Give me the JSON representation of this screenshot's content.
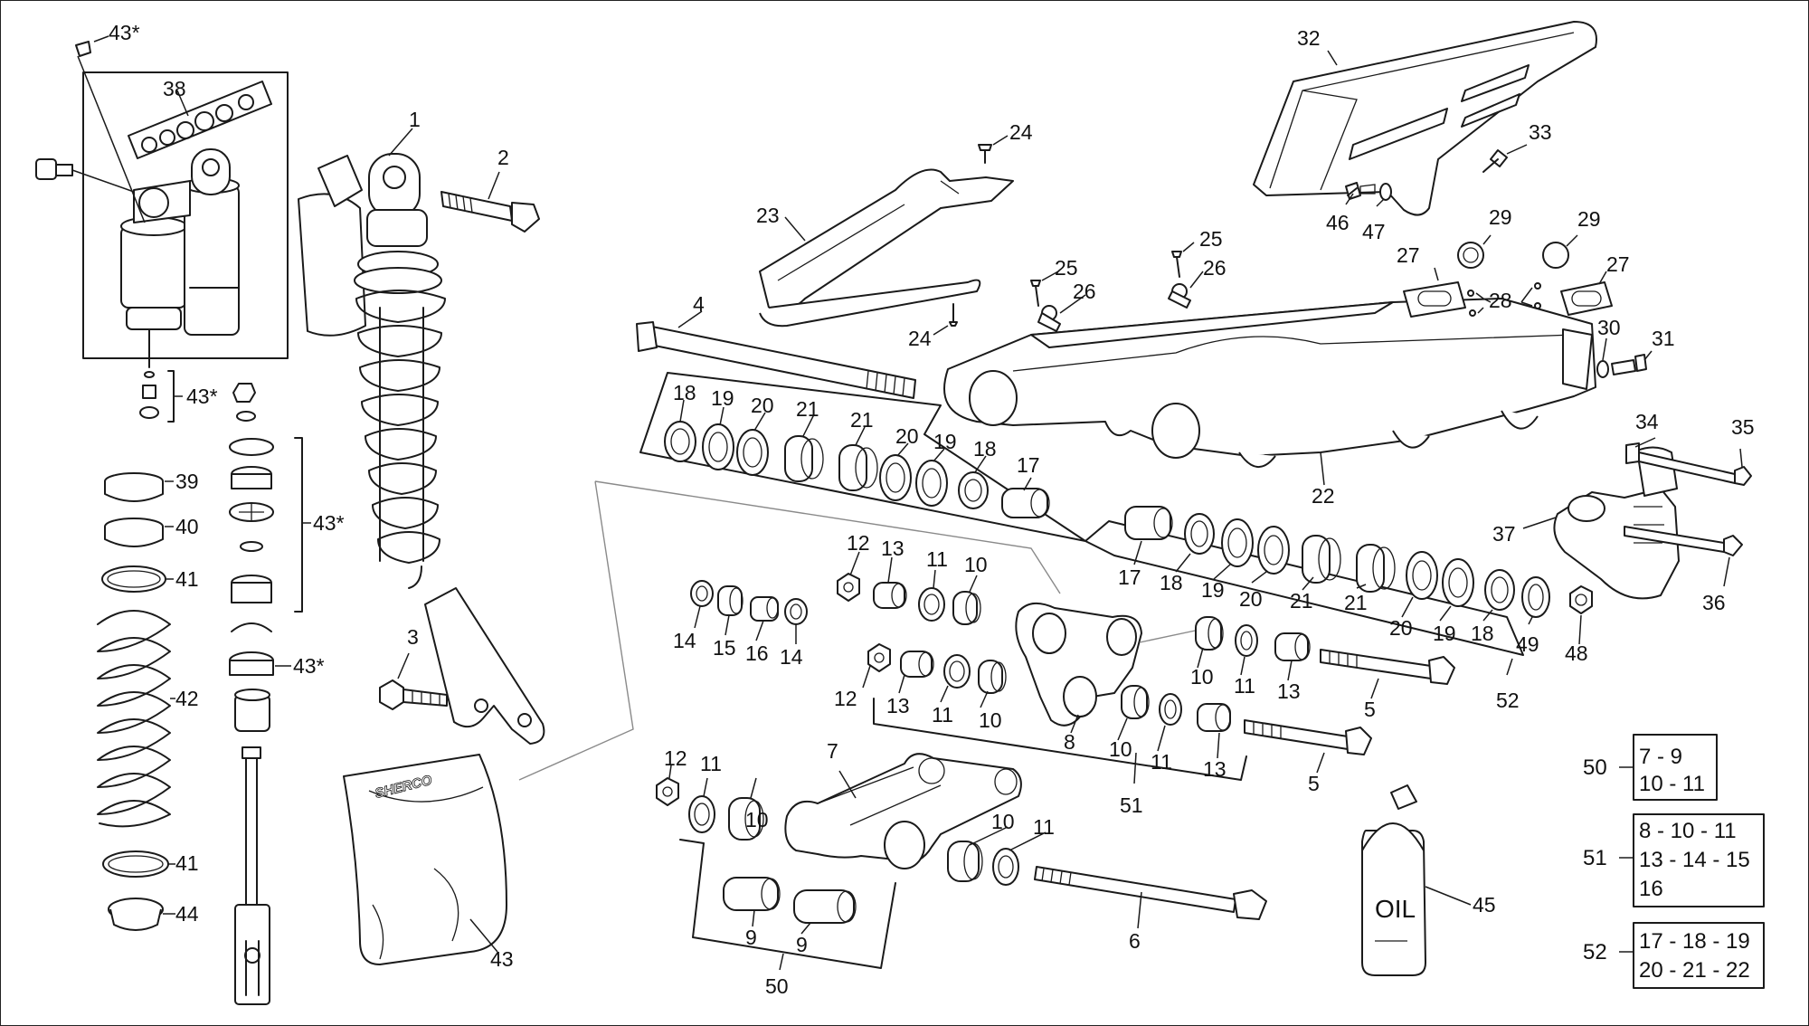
{
  "callouts": [
    {
      "id": "c1",
      "text": "1"
    },
    {
      "id": "c2",
      "text": "2"
    },
    {
      "id": "c3",
      "text": "3"
    },
    {
      "id": "c4",
      "text": "4"
    },
    {
      "id": "c5a",
      "text": "5"
    },
    {
      "id": "c5b",
      "text": "5"
    },
    {
      "id": "c6",
      "text": "6"
    },
    {
      "id": "c7",
      "text": "7"
    },
    {
      "id": "c8",
      "text": "8"
    },
    {
      "id": "c9a",
      "text": "9"
    },
    {
      "id": "c9b",
      "text": "9"
    },
    {
      "id": "c10a",
      "text": "10"
    },
    {
      "id": "c10b",
      "text": "10"
    },
    {
      "id": "c10c",
      "text": "10"
    },
    {
      "id": "c10d",
      "text": "10"
    },
    {
      "id": "c10e",
      "text": "10"
    },
    {
      "id": "c10f",
      "text": "10"
    },
    {
      "id": "c11a",
      "text": "11"
    },
    {
      "id": "c11b",
      "text": "11"
    },
    {
      "id": "c11c",
      "text": "11"
    },
    {
      "id": "c11d",
      "text": "11"
    },
    {
      "id": "c11e",
      "text": "11"
    },
    {
      "id": "c11f",
      "text": "11"
    },
    {
      "id": "c12a",
      "text": "12"
    },
    {
      "id": "c12b",
      "text": "12"
    },
    {
      "id": "c12c",
      "text": "12"
    },
    {
      "id": "c13a",
      "text": "13"
    },
    {
      "id": "c13b",
      "text": "13"
    },
    {
      "id": "c13c",
      "text": "13"
    },
    {
      "id": "c13d",
      "text": "13"
    },
    {
      "id": "c14a",
      "text": "14"
    },
    {
      "id": "c14b",
      "text": "14"
    },
    {
      "id": "c15",
      "text": "15"
    },
    {
      "id": "c16",
      "text": "16"
    },
    {
      "id": "c17a",
      "text": "17"
    },
    {
      "id": "c17b",
      "text": "17"
    },
    {
      "id": "c18a",
      "text": "18"
    },
    {
      "id": "c18b",
      "text": "18"
    },
    {
      "id": "c18c",
      "text": "18"
    },
    {
      "id": "c18d",
      "text": "18"
    },
    {
      "id": "c19a",
      "text": "19"
    },
    {
      "id": "c19b",
      "text": "19"
    },
    {
      "id": "c19c",
      "text": "19"
    },
    {
      "id": "c19d",
      "text": "19"
    },
    {
      "id": "c20a",
      "text": "20"
    },
    {
      "id": "c20b",
      "text": "20"
    },
    {
      "id": "c20c",
      "text": "20"
    },
    {
      "id": "c20d",
      "text": "20"
    },
    {
      "id": "c21a",
      "text": "21"
    },
    {
      "id": "c21b",
      "text": "21"
    },
    {
      "id": "c21c",
      "text": "21"
    },
    {
      "id": "c21d",
      "text": "21"
    },
    {
      "id": "c22",
      "text": "22"
    },
    {
      "id": "c23",
      "text": "23"
    },
    {
      "id": "c24a",
      "text": "24"
    },
    {
      "id": "c24b",
      "text": "24"
    },
    {
      "id": "c25a",
      "text": "25"
    },
    {
      "id": "c25b",
      "text": "25"
    },
    {
      "id": "c26a",
      "text": "26"
    },
    {
      "id": "c26b",
      "text": "26"
    },
    {
      "id": "c27a",
      "text": "27"
    },
    {
      "id": "c27b",
      "text": "27"
    },
    {
      "id": "c28",
      "text": "28"
    },
    {
      "id": "c29a",
      "text": "29"
    },
    {
      "id": "c29b",
      "text": "29"
    },
    {
      "id": "c30",
      "text": "30"
    },
    {
      "id": "c31",
      "text": "31"
    },
    {
      "id": "c32",
      "text": "32"
    },
    {
      "id": "c33",
      "text": "33"
    },
    {
      "id": "c34",
      "text": "34"
    },
    {
      "id": "c35",
      "text": "35"
    },
    {
      "id": "c36",
      "text": "36"
    },
    {
      "id": "c37",
      "text": "37"
    },
    {
      "id": "c38",
      "text": "38"
    },
    {
      "id": "c39",
      "text": "39"
    },
    {
      "id": "c40",
      "text": "40"
    },
    {
      "id": "c41a",
      "text": "41"
    },
    {
      "id": "c41b",
      "text": "41"
    },
    {
      "id": "c42",
      "text": "42"
    },
    {
      "id": "c43",
      "text": "43"
    },
    {
      "id": "c43s1",
      "text": "43*"
    },
    {
      "id": "c43s2",
      "text": "43*"
    },
    {
      "id": "c43s3",
      "text": "43*"
    },
    {
      "id": "c43s4",
      "text": "43*"
    },
    {
      "id": "c44",
      "text": "44"
    },
    {
      "id": "c45",
      "text": "45"
    },
    {
      "id": "c46",
      "text": "46"
    },
    {
      "id": "c47",
      "text": "47"
    },
    {
      "id": "c48",
      "text": "48"
    },
    {
      "id": "c49",
      "text": "49"
    },
    {
      "id": "c50",
      "text": "50"
    },
    {
      "id": "c51",
      "text": "51"
    },
    {
      "id": "c52",
      "text": "52"
    }
  ],
  "kits": [
    {
      "label": "50",
      "lines": [
        "7 - 9",
        "10 - 11"
      ]
    },
    {
      "label": "51",
      "lines": [
        "8 - 10 - 11",
        "13 - 14 - 15",
        "16"
      ]
    },
    {
      "label": "52",
      "lines": [
        "17 - 18 - 19",
        "20 - 21 - 22"
      ]
    }
  ],
  "oil_bottle_label": "OIL",
  "bag_logo": "SHERCO"
}
